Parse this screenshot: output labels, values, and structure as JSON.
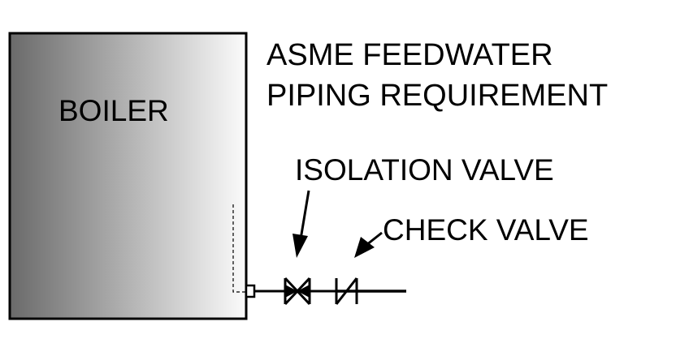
{
  "title": {
    "line1": "ASME FEEDWATER",
    "line2": "PIPING REQUIREMENT"
  },
  "boiler": {
    "label": "BOILER",
    "gradient_dark": "#6a6a6a",
    "gradient_light": "#fbfbfb"
  },
  "labels": {
    "isolation_valve": "ISOLATION VALVE",
    "check_valve": "CHECK VALVE"
  },
  "colors": {
    "line": "#000000",
    "background": "#ffffff"
  }
}
